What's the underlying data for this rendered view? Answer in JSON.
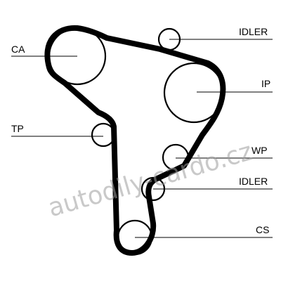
{
  "diagram": {
    "labels": {
      "ca": "CA",
      "idler_top": "IDLER",
      "ip": "IP",
      "tp": "TP",
      "wp": "WP",
      "idler_bottom": "IDLER",
      "cs": "CS"
    },
    "watermark": "autodily-cardo.cz",
    "colors": {
      "line": "#000000",
      "background": "#ffffff",
      "watermark": "#9c9c9c"
    }
  }
}
